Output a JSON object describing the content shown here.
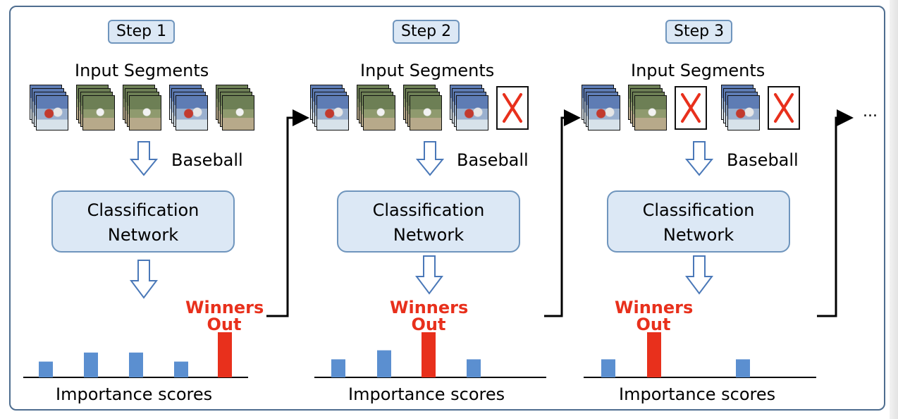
{
  "steps": [
    {
      "badge": "Step 1",
      "segments_title": "Input Segments",
      "segments": [
        "blue",
        "green",
        "green",
        "blue",
        "green"
      ],
      "class_label": "Baseball",
      "network_line1": "Classification",
      "network_line2": "Network",
      "winners_line1": "Winners",
      "winners_line2": "Out",
      "scores_label": "Importance scores",
      "bars": [
        0.35,
        0.55,
        0.55,
        0.35,
        1.0
      ],
      "winner_index": 4
    },
    {
      "badge": "Step 2",
      "segments_title": "Input Segments",
      "segments": [
        "blue",
        "green",
        "green",
        "blue",
        "removed"
      ],
      "class_label": "Baseball",
      "network_line1": "Classification",
      "network_line2": "Network",
      "winners_line1": "Winners",
      "winners_line2": "Out",
      "scores_label": "Importance scores",
      "bars": [
        0.4,
        0.6,
        1.0,
        0.4
      ],
      "winner_index": 2
    },
    {
      "badge": "Step 3",
      "segments_title": "Input Segments",
      "segments": [
        "blue",
        "green",
        "removed",
        "blue",
        "removed"
      ],
      "class_label": "Baseball",
      "network_line1": "Classification",
      "network_line2": "Network",
      "winners_line1": "Winners",
      "winners_line2": "Out",
      "scores_label": "Importance scores",
      "bars": [
        0.4,
        1.0,
        0.4
      ],
      "winner_index": 1
    }
  ],
  "continuation": "...",
  "colors": {
    "frame_border": "#4e6d8f",
    "box_fill": "#dce8f5",
    "box_border": "#6f95bd",
    "bar_normal": "#5b8fd0",
    "bar_winner": "#e8301c",
    "x_mark": "#e8301c"
  }
}
